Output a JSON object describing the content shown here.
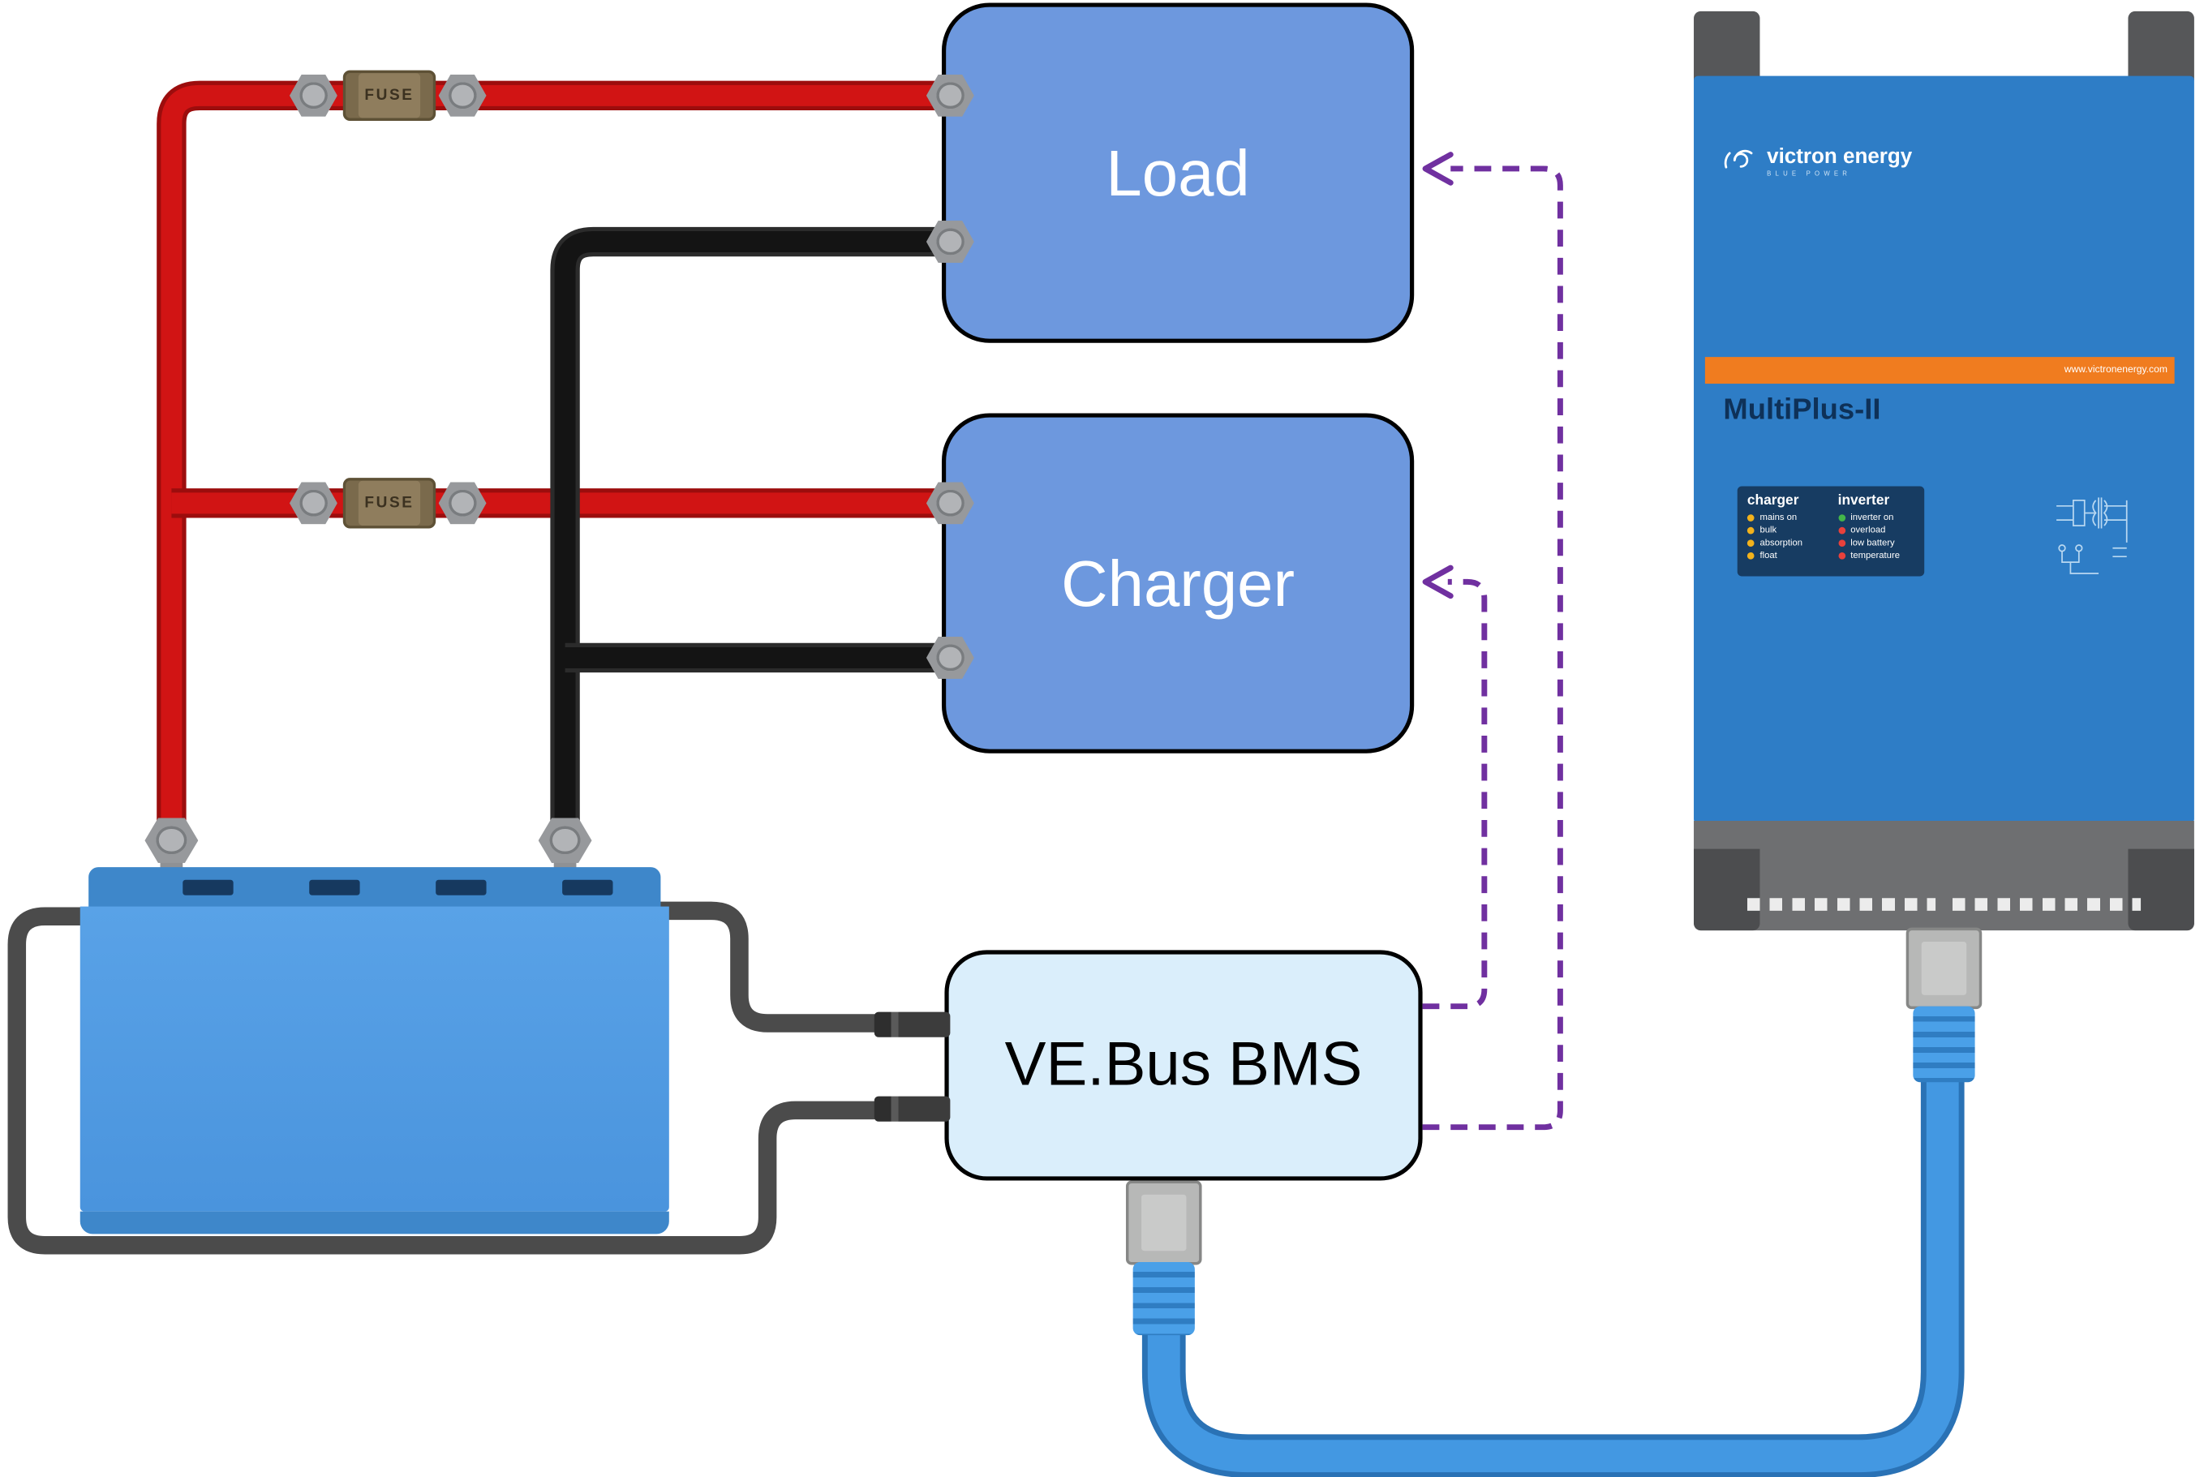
{
  "labels": {
    "load": "Load",
    "charger": "Charger",
    "bms": "VE.Bus BMS",
    "fuse": "FUSE"
  },
  "multiplus": {
    "brand": "victron energy",
    "brand_tagline": "BLUE POWER",
    "website": "www.victronenergy.com",
    "model": "MultiPlus-II",
    "panel": {
      "charger": {
        "title": "charger",
        "leds": [
          {
            "label": "mains on",
            "color": "#f2b21c"
          },
          {
            "label": "bulk",
            "color": "#f2b21c"
          },
          {
            "label": "absorption",
            "color": "#f2b21c"
          },
          {
            "label": "float",
            "color": "#f2b21c"
          }
        ]
      },
      "inverter": {
        "title": "inverter",
        "leds": [
          {
            "label": "inverter on",
            "color": "#43b649"
          },
          {
            "label": "overload",
            "color": "#e8413c"
          },
          {
            "label": "low battery",
            "color": "#e8413c"
          },
          {
            "label": "temperature",
            "color": "#e8413c"
          }
        ]
      }
    }
  },
  "colors": {
    "positive_cable": "#d11414",
    "negative_cable": "#141414",
    "data_cable": "#4b4b4b",
    "network_cable": "#4398e2",
    "signal_line": "#7030a0",
    "device_fill": "#6d98de",
    "bms_fill": "#daeefb",
    "victron_blue": "#2e7dc6",
    "victron_orange": "#f07c1f"
  }
}
